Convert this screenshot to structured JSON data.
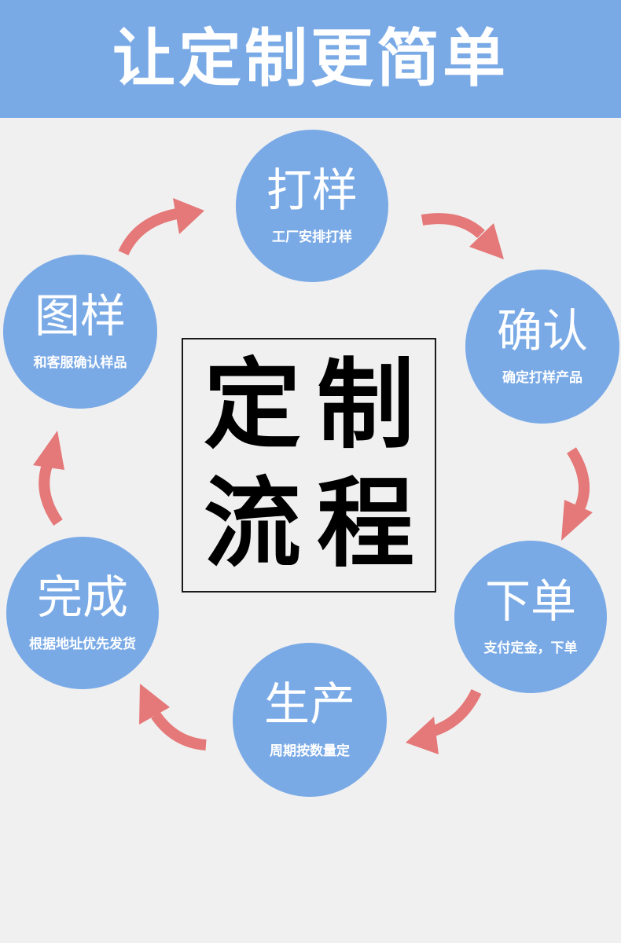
{
  "header": {
    "title": "让定制更简单"
  },
  "center": {
    "line1": "定制",
    "line2": "流程"
  },
  "steps": [
    {
      "title": "打样",
      "desc": "工厂安排打样"
    },
    {
      "title": "确认",
      "desc": "确定打样产品"
    },
    {
      "title": "下单",
      "desc": "支付定金，下单"
    },
    {
      "title": "生产",
      "desc": "周期按数量定"
    },
    {
      "title": "完成",
      "desc": "根据地址优先发货"
    },
    {
      "title": "图样",
      "desc": "和客服确认样品"
    }
  ],
  "colors": {
    "header_bg": "#7aaae6",
    "circle_bg": "#7aaae6",
    "arrow": "#e57878",
    "background": "#f0f0f0"
  },
  "icons": [
    "curved-arrow-icon"
  ]
}
